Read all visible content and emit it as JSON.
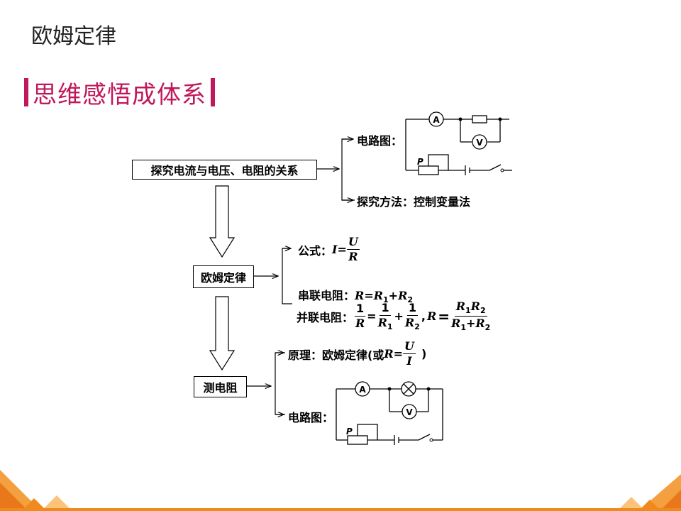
{
  "slide": {
    "title": "欧姆定律"
  },
  "section": {
    "heading": "思维感悟成体系"
  },
  "nodes": {
    "relation": "探究电流与电压、电阻的关系",
    "ohm_law": "欧姆定律",
    "measure": "测电阻"
  },
  "branches": {
    "circuit_label": "电路图：",
    "method": "探究方法：控制变量法",
    "formula_label": "公式：",
    "series_label": "串联电阻：",
    "parallel_label": "并联电阻：",
    "principle_prefix": "原理：欧姆定律(或",
    "principle_suffix": ")",
    "circuit_label_2": "电路图："
  },
  "symbols": {
    "I": "I",
    "U": "U",
    "R": "R",
    "R1": "R",
    "R2": "R",
    "one": "1",
    "eq": "=",
    "plus": "+",
    "comma": ",",
    "sub1": "1",
    "sub2": "2"
  },
  "circuit": {
    "ammeter": "A",
    "voltmeter": "V",
    "rheostat": "P"
  },
  "colors": {
    "accent": "#c0185a",
    "deco_orange": "#f08a1c",
    "deco_light": "#fbc47a"
  }
}
